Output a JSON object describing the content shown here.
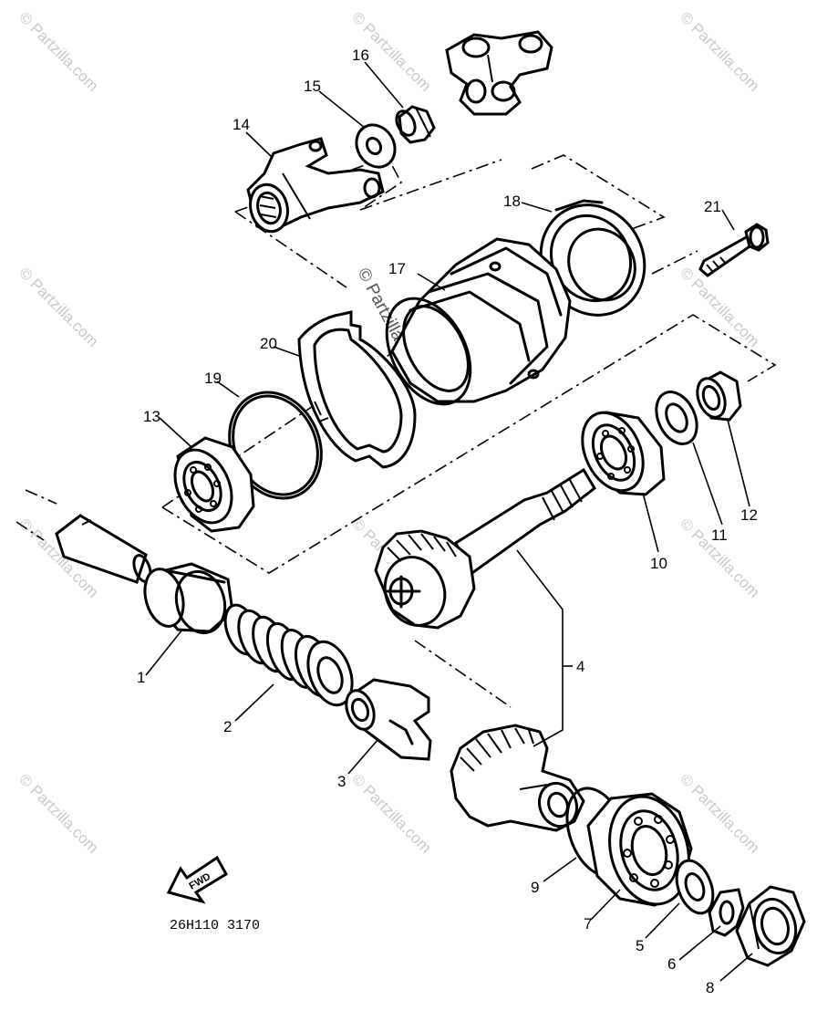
{
  "watermark": {
    "text": "© Partzilla.com"
  },
  "drawing_code": "26H110 3170",
  "fwd_label": "FWD",
  "callouts": [
    {
      "id": "1",
      "label": "1"
    },
    {
      "id": "2",
      "label": "2"
    },
    {
      "id": "3",
      "label": "3"
    },
    {
      "id": "4",
      "label": "4"
    },
    {
      "id": "5",
      "label": "5"
    },
    {
      "id": "6",
      "label": "6"
    },
    {
      "id": "7",
      "label": "7"
    },
    {
      "id": "8",
      "label": "8"
    },
    {
      "id": "9",
      "label": "9"
    },
    {
      "id": "10",
      "label": "10"
    },
    {
      "id": "11",
      "label": "11"
    },
    {
      "id": "12",
      "label": "12"
    },
    {
      "id": "13",
      "label": "13"
    },
    {
      "id": "14",
      "label": "14"
    },
    {
      "id": "15",
      "label": "15"
    },
    {
      "id": "16",
      "label": "16"
    },
    {
      "id": "17",
      "label": "17"
    },
    {
      "id": "18",
      "label": "18"
    },
    {
      "id": "19",
      "label": "19"
    },
    {
      "id": "20",
      "label": "20"
    },
    {
      "id": "21",
      "label": "21"
    }
  ]
}
